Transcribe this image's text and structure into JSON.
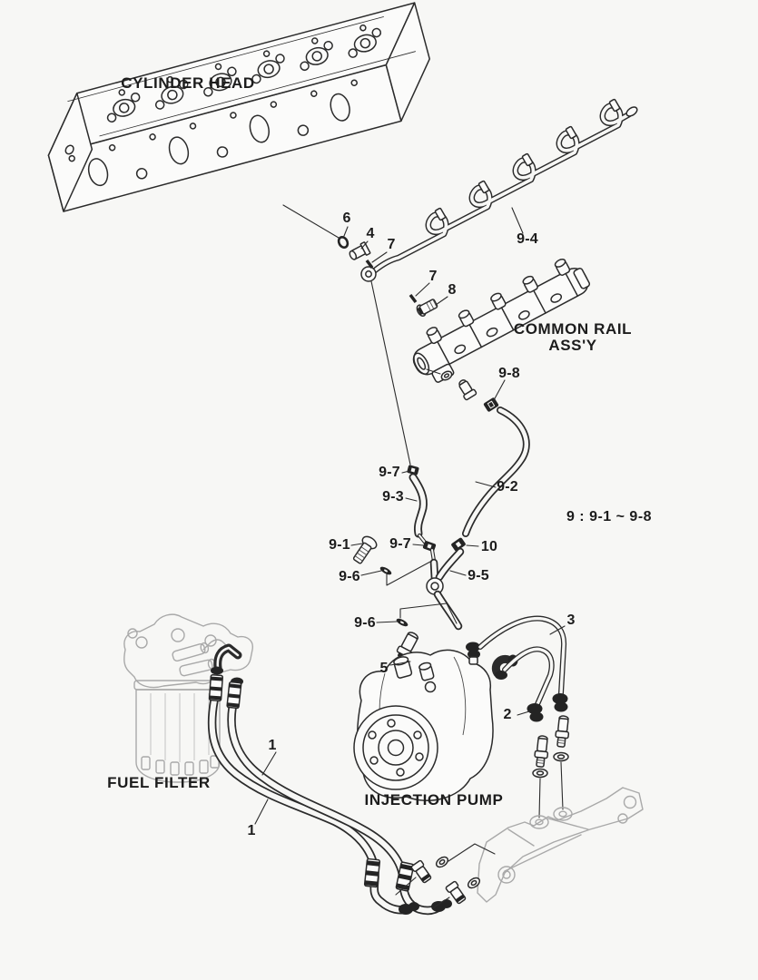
{
  "diagram": {
    "background_color": "#f7f7f5",
    "line_color": "#2b2b2b",
    "light_line_color": "#a9a9a9",
    "component_labels": {
      "cylinder_head": "CYLINDER HEAD",
      "common_rail_line1": "COMMON RAIL",
      "common_rail_line2": "ASS'Y",
      "fuel_filter": "FUEL FILTER",
      "injection_pump": "INJECTION PUMP"
    },
    "group_note": "9 : 9-1 ~ 9-8",
    "part_callouts": {
      "c6": "6",
      "c4": "4",
      "c7a": "7",
      "c9_4": "9-4",
      "c7b": "7",
      "c8": "8",
      "c9_8": "9-8",
      "c9_7a": "9-7",
      "c9_3": "9-3",
      "c9_2": "9-2",
      "c9_1": "9-1",
      "c9_7b": "9-7",
      "c10": "10",
      "c9_6a": "9-6",
      "c9_5": "9-5",
      "c9_6b": "9-6",
      "c5": "5",
      "c3": "3",
      "c2": "2",
      "c1a": "1",
      "c1b": "1"
    }
  }
}
